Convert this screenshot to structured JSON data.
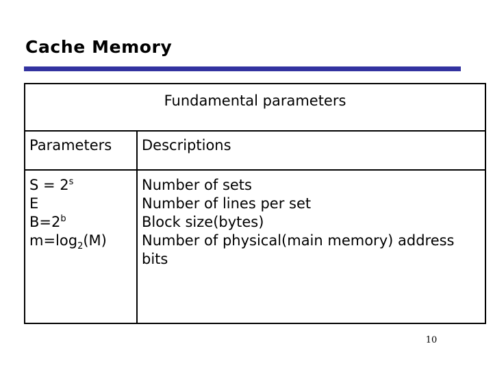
{
  "slide": {
    "title": "Cache Memory",
    "page_number": "10",
    "accent_color": "#3333a0",
    "background_color": "#ffffff",
    "text_color": "#000000"
  },
  "table": {
    "caption": "Fundamental parameters",
    "columns": [
      {
        "key": "parameters",
        "label": "Parameters"
      },
      {
        "key": "descriptions",
        "label": "Descriptions"
      }
    ],
    "rows": [
      {
        "parameter_base": "S = 2",
        "parameter_sup": "s",
        "parameter_plain": "S = 2^s",
        "description": "Number of sets"
      },
      {
        "parameter_base": "E",
        "parameter_sup": "",
        "parameter_plain": "E",
        "description": "Number of lines per set"
      },
      {
        "parameter_base": "B=2",
        "parameter_sup": "b",
        "parameter_plain": "B=2^b",
        "description": "Block size(bytes)"
      },
      {
        "parameter_base": "m=log",
        "parameter_sub": "2",
        "parameter_tail": "(M)",
        "parameter_plain": "m=log2(M)",
        "description": "Number of physical(main memory) address bits"
      }
    ]
  }
}
